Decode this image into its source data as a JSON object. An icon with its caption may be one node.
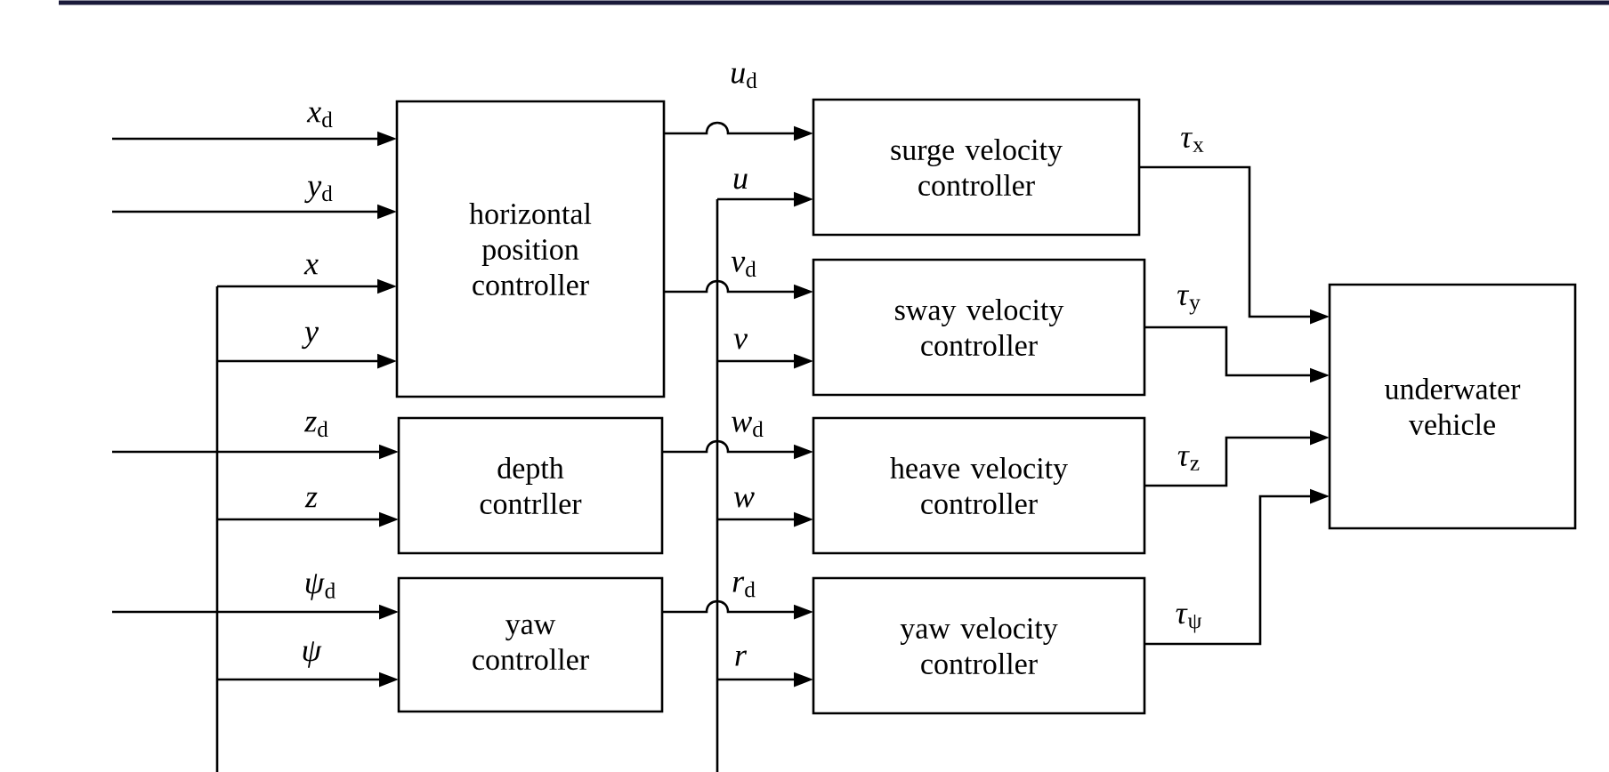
{
  "diagram": {
    "nodes": [
      {
        "text": [
          "horizontal position controller"
        ]
      },
      {
        "text": [
          "depth contrller"
        ]
      },
      {
        "text": [
          "yaw controller"
        ]
      },
      {
        "text": [
          "surge velocity controller"
        ]
      },
      {
        "text": [
          "sway velocity controller"
        ]
      },
      {
        "text": [
          "heave velocity controller"
        ]
      },
      {
        "text": [
          "yaw velocity controller"
        ]
      },
      {
        "text": [
          "underwater vehicle"
        ]
      }
    ],
    "edges": [
      {
        "from": null,
        "to": 0,
        "arrow": "to",
        "label": "*x*$_{d}$"
      },
      {
        "from": null,
        "to": 0,
        "arrow": "to",
        "label": "*y*$_{d}$"
      },
      {
        "from": null,
        "to": 0,
        "arrow": "to",
        "label": "*x*"
      },
      {
        "from": null,
        "to": 0,
        "arrow": "to",
        "label": "*y*"
      },
      {
        "from": null,
        "to": 1,
        "arrow": "to",
        "label": "*z*$_{d}$"
      },
      {
        "from": null,
        "to": 1,
        "arrow": "to",
        "label": "*z*"
      },
      {
        "from": null,
        "to": 2,
        "arrow": "to",
        "label": "*ψ*$_{d}$"
      },
      {
        "from": null,
        "to": 2,
        "arrow": "to",
        "label": "*ψ*"
      },
      {
        "from": 0,
        "to": 3,
        "arrow": "to",
        "label": "*u*$_{d}$"
      },
      {
        "from": null,
        "to": 3,
        "arrow": "to",
        "label": "*u*"
      },
      {
        "from": 0,
        "to": 4,
        "arrow": "to",
        "label": "*v*$_{d}$"
      },
      {
        "from": null,
        "to": 4,
        "arrow": "to",
        "label": "*v*"
      },
      {
        "from": 1,
        "to": 5,
        "arrow": "to",
        "label": "*w*$_{d}$"
      },
      {
        "from": null,
        "to": 5,
        "arrow": "to",
        "label": "*w*"
      },
      {
        "from": 2,
        "to": 6,
        "arrow": "to",
        "label": "*r*$_{d}$"
      },
      {
        "from": null,
        "to": 6,
        "arrow": "to",
        "label": "*r*"
      },
      {
        "from": 3,
        "to": 7,
        "arrow": "to",
        "label": "*τ*$_{x}$"
      },
      {
        "from": 4,
        "to": 7,
        "arrow": "to",
        "label": "*τ*$_{y}$"
      },
      {
        "from": 5,
        "to": 7,
        "arrow": "to",
        "label": "*τ*$_{z}$"
      },
      {
        "from": 6,
        "to": 7,
        "arrow": "to",
        "label": "*τ*$_{ψ}$"
      }
    ]
  }
}
